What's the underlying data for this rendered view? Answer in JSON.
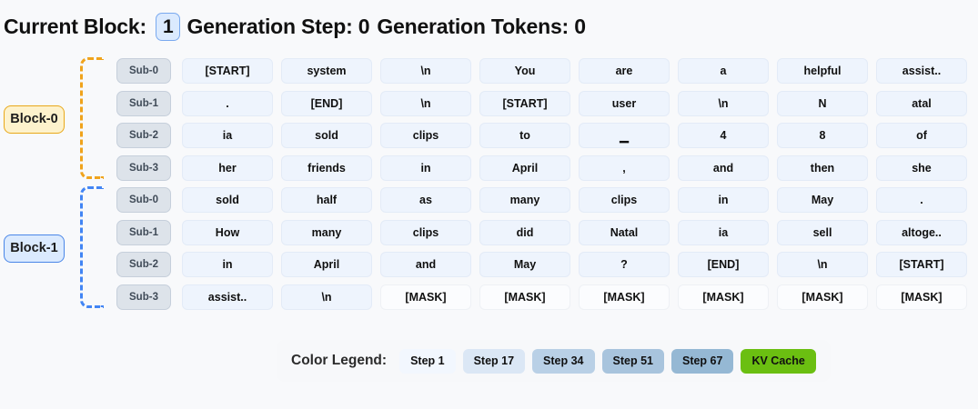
{
  "header": {
    "current_block_label": "Current Block:",
    "current_block_value": "1",
    "generation_step_label": "Generation Step: 0",
    "generation_tokens_label": "Generation Tokens: 0"
  },
  "blocks": [
    {
      "label": "Block-0",
      "accent": "#f0a31c",
      "rows": [
        {
          "sub": "Sub-0",
          "tokens": [
            "[START]",
            "system",
            "\\n",
            "You",
            "are",
            "a",
            "helpful",
            "assist.."
          ]
        },
        {
          "sub": "Sub-1",
          "tokens": [
            ".",
            "[END]",
            "\\n",
            "[START]",
            "user",
            "\\n",
            "N",
            "atal"
          ]
        },
        {
          "sub": "Sub-2",
          "tokens": [
            "ia",
            "sold",
            "clips",
            "to",
            "▁",
            "4",
            "8",
            "of"
          ]
        },
        {
          "sub": "Sub-3",
          "tokens": [
            "her",
            "friends",
            "in",
            "April",
            ",",
            "and",
            "then",
            "she"
          ]
        }
      ]
    },
    {
      "label": "Block-1",
      "accent": "#4285f4",
      "rows": [
        {
          "sub": "Sub-0",
          "tokens": [
            "sold",
            "half",
            "as",
            "many",
            "clips",
            "in",
            "May",
            "."
          ]
        },
        {
          "sub": "Sub-1",
          "tokens": [
            "How",
            "many",
            "clips",
            "did",
            "Natal",
            "ia",
            "sell",
            "altoge.."
          ]
        },
        {
          "sub": "Sub-2",
          "tokens": [
            "in",
            "April",
            "and",
            "May",
            "?",
            "[END]",
            "\\n",
            "[START]"
          ]
        },
        {
          "sub": "Sub-3",
          "tokens": [
            "assist..",
            "\\n",
            "[MASK]",
            "[MASK]",
            "[MASK]",
            "[MASK]",
            "[MASK]",
            "[MASK]"
          ]
        }
      ]
    }
  ],
  "legend": {
    "title": "Color Legend:",
    "items": [
      {
        "label": "Step 1",
        "color": "#f2f7fe",
        "text_color": "#101010"
      },
      {
        "label": "Step 17",
        "color": "#dbe7f5",
        "text_color": "#101010"
      },
      {
        "label": "Step 34",
        "color": "#b9d0e6",
        "text_color": "#101010"
      },
      {
        "label": "Step 51",
        "color": "#a8c4dd",
        "text_color": "#101010"
      },
      {
        "label": "Step 67",
        "color": "#95b8d4",
        "text_color": "#101010"
      },
      {
        "label": "KV Cache",
        "color": "#6bbf11",
        "text_color": "#101010"
      }
    ]
  }
}
